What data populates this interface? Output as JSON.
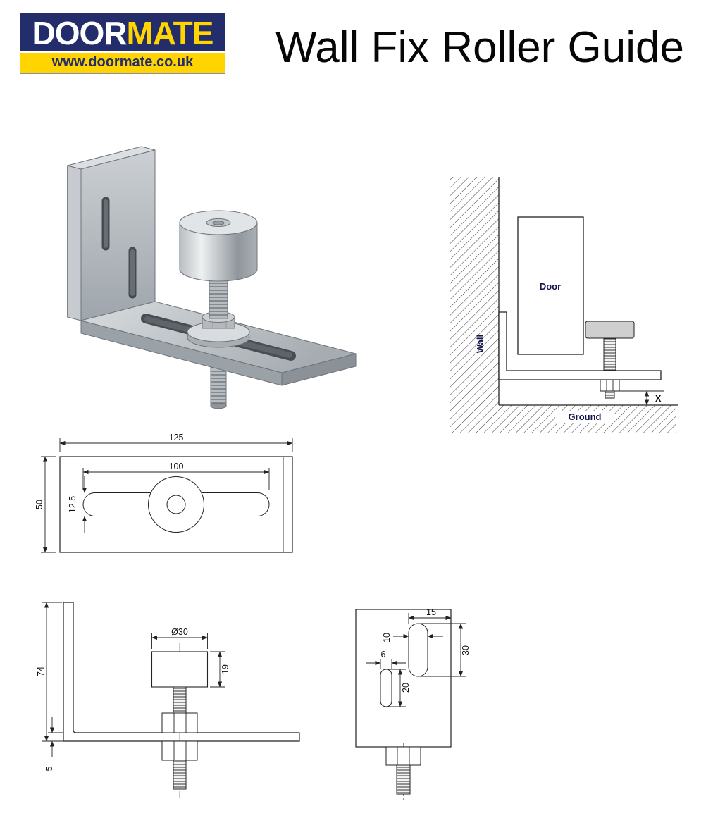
{
  "header": {
    "logo": {
      "door": "DOOR",
      "mate": "MATE",
      "url": "www.doormate.co.uk"
    },
    "title": "Wall Fix Roller Guide"
  },
  "section_view": {
    "door": "Door",
    "wall": "Wall",
    "ground": "Ground",
    "x_dim": "X"
  },
  "top_view": {
    "overall_length": "125",
    "slot_length": "100",
    "plate_width": "50",
    "slot_width": "12,5"
  },
  "front_view": {
    "bracket_height": "74",
    "roller_diameter": "Ø30",
    "roller_height": "19",
    "plate_thickness": "5"
  },
  "side_view": {
    "upper_slot_offset": "15",
    "upper_slot_width": "10",
    "upper_slot_length": "30",
    "lower_slot_width": "6",
    "lower_slot_length": "20"
  },
  "colors": {
    "navy": "#232d6b",
    "yellow": "#ffd401",
    "line": "#222222"
  }
}
